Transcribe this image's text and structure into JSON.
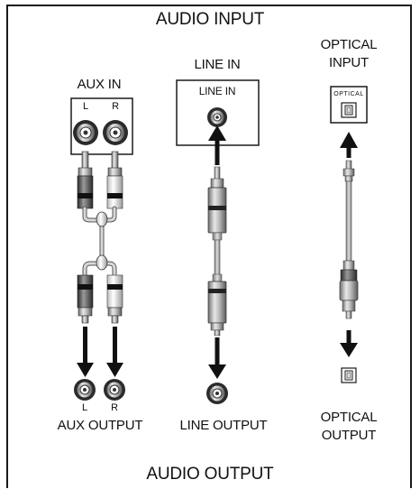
{
  "title_top": "AUDIO INPUT",
  "title_bottom": "AUDIO OUTPUT",
  "aux": {
    "in_label": "AUX IN",
    "port_left": "L",
    "port_right": "R",
    "out_left": "L",
    "out_right": "R",
    "output_label": "AUX OUTPUT"
  },
  "line": {
    "in_label": "LINE IN",
    "panel_label": "LINE IN",
    "output_label": "LINE OUTPUT"
  },
  "optical": {
    "in_label_line1": "OPTICAL",
    "in_label_line2": "INPUT",
    "port_label": "OPTICAL",
    "output_label_line1": "OPTICAL",
    "output_label_line2": "OUTPUT"
  },
  "colors": {
    "frame": "#1a1a1a",
    "arrow": "#111111",
    "plug_band": "#111111",
    "cable": "#9a9a9a"
  }
}
